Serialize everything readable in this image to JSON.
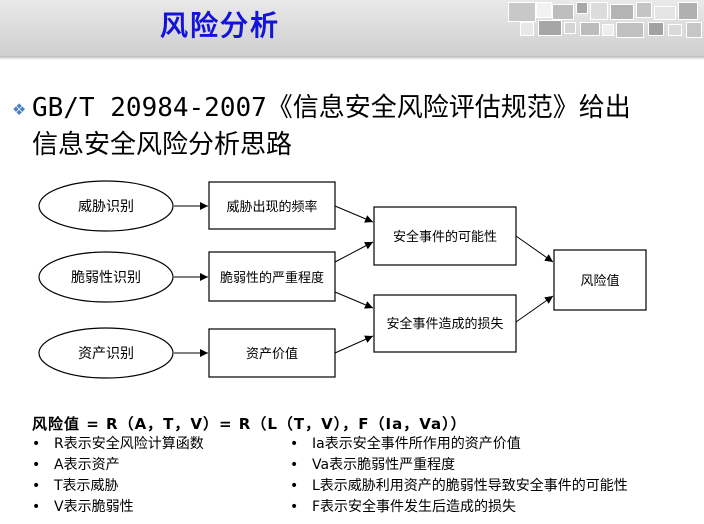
{
  "header": {
    "title": "风险分析",
    "colors": {
      "title": "#1414d8",
      "band": "#d9d9d9"
    }
  },
  "heading": {
    "line1": "GB/T 20984-2007《信息安全风险评估规范》给出",
    "line2": "信息安全风险分析思路",
    "bullet_icon": "diamond-cluster-icon",
    "bullet_color": "#4d7fc8"
  },
  "diagram": {
    "ellipses": {
      "threat": "威胁识别",
      "vuln": "脆弱性识别",
      "asset": "资产识别"
    },
    "boxes": {
      "threat_freq": "威胁出现的频率",
      "vuln_severity": "脆弱性的严重程度",
      "asset_value": "资产价值",
      "likelihood": "安全事件的可能性",
      "loss": "安全事件造成的损失",
      "risk": "风险值"
    }
  },
  "formula": {
    "text": "风险值 = R（A，T，V）= R（L（T，V），F（Ia，Va））"
  },
  "notes": {
    "bullet": "•",
    "left": [
      "R表示安全风险计算函数",
      "A表示资产",
      "T表示威胁",
      "V表示脆弱性"
    ],
    "right": [
      "Ia表示安全事件所作用的资产价值",
      "Va表示脆弱性严重程度",
      "L表示威胁利用资产的脆弱性导致安全事件的可能性",
      "F表示安全事件发生后造成的损失"
    ]
  }
}
